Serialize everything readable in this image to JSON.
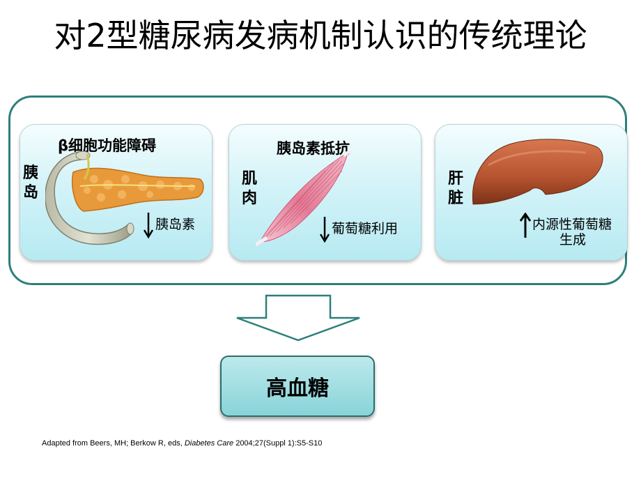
{
  "title": "对2型糖尿病发病机制认识的传统理论",
  "panels": [
    {
      "heading": "β细胞功能障碍",
      "organ_label": "胰岛",
      "effect": "胰岛素",
      "effect_direction": "down",
      "image_icon": "pancreas-image"
    },
    {
      "heading": "胰岛素抵抗",
      "organ_label": "肌肉",
      "effect": "葡萄糖利用",
      "effect_direction": "down",
      "image_icon": "muscle-image"
    },
    {
      "heading": "",
      "organ_label": "肝脏",
      "effect_line1": "内源性葡萄糖",
      "effect_line2": "生成",
      "effect_direction": "up",
      "image_icon": "liver-image"
    }
  ],
  "result": "高血糖",
  "footer": {
    "prefix": "Adapted from Beers, MH; Berkow R, eds, ",
    "journal": "Diabetes Care",
    "suffix": " 2004;27(Suppl 1):S5-S10"
  },
  "colors": {
    "frame": "#2e7f7a",
    "panel_bg": "#c8eff5",
    "result_bg": "#9bdce0"
  }
}
